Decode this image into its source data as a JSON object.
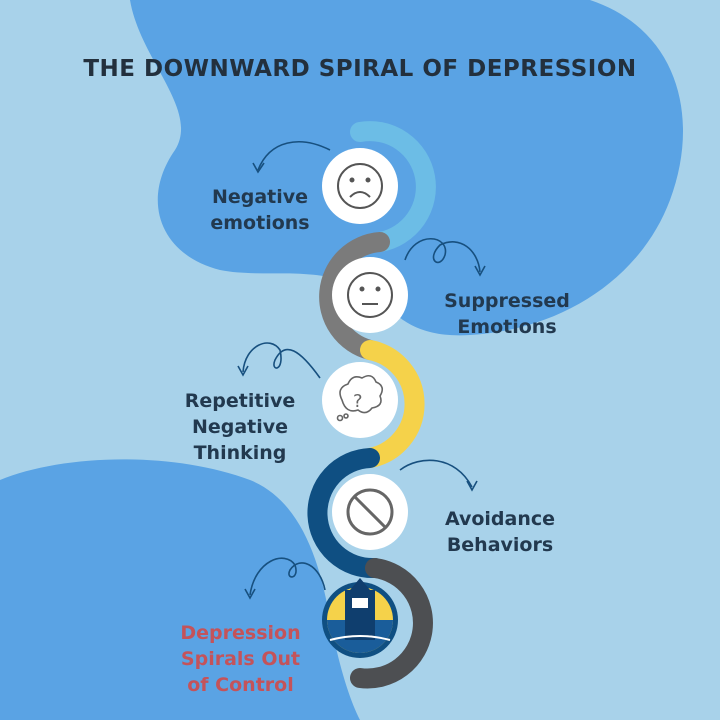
{
  "title": "THE DOWNWARD SPIRAL OF DEPRESSION",
  "steps": [
    {
      "line1": "Negative",
      "line2": "emotions",
      "icon": "sad-face-icon",
      "arc_color": "#6cbde6"
    },
    {
      "line1": "Suppressed",
      "line2": "Emotions",
      "icon": "neutral-face-icon",
      "arc_color": "#7b7b7b"
    },
    {
      "line1": "Repetitive",
      "line2": "Negative",
      "line3": "Thinking",
      "icon": "confused-thought-icon",
      "arc_color": "#f5d24a"
    },
    {
      "line1": "Avoidance",
      "line2": "Behaviors",
      "icon": "prohibited-icon",
      "arc_color": "#0f4f82"
    },
    {
      "line1": "Depression",
      "line2": "Spirals Out",
      "line3": "of Control",
      "icon": "lighthouse-icon",
      "arc_color": "#4d4f52"
    }
  ],
  "colors": {
    "background": "#a8d2ea",
    "blob": "#5aa3e4",
    "text": "#22394f",
    "highlight": "#c4535a"
  }
}
